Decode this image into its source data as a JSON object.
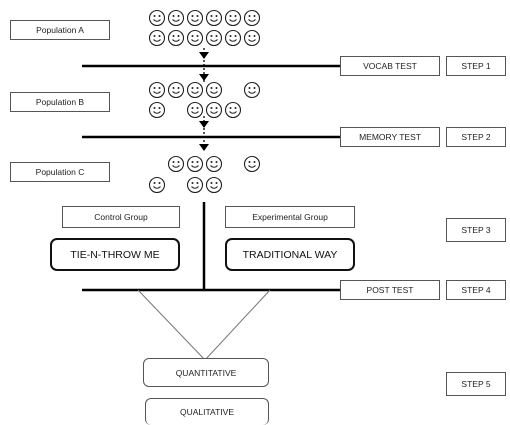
{
  "populations": [
    {
      "label": "Population A",
      "faces": 12
    },
    {
      "label": "Population B",
      "faces": 9
    },
    {
      "label": "Population C",
      "faces": 7
    }
  ],
  "tests": [
    "VOCAB TEST",
    "MEMORY TEST",
    "POST TEST"
  ],
  "steps": [
    "STEP 1",
    "STEP 2",
    "STEP 3",
    "STEP 4",
    "STEP 5"
  ],
  "groups": {
    "control": {
      "label": "Control Group",
      "method": "TIE-N-THROW ME"
    },
    "experimental": {
      "label": "Experimental Group",
      "method": "TRADITIONAL WAY"
    }
  },
  "outcomes": [
    "QUANTITATIVE",
    "QUALITATIVE"
  ],
  "icon": "smiley-face-icon"
}
